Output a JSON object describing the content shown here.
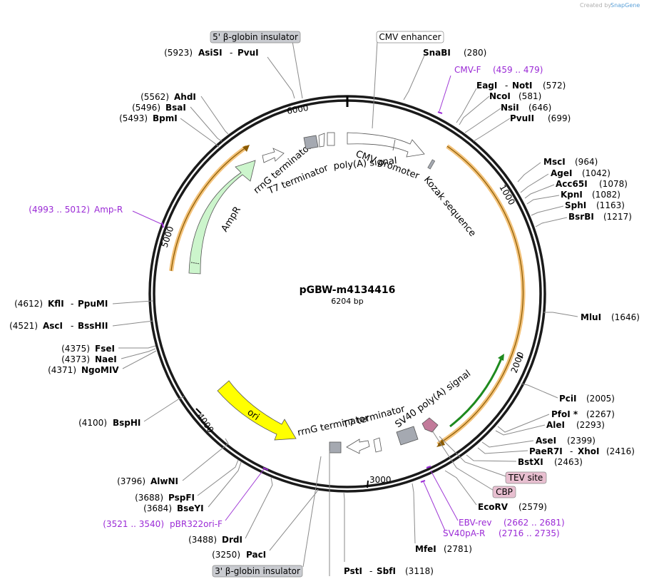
{
  "credit": {
    "created_by": "Created by",
    "brand": "SnapGene"
  },
  "plasmid": {
    "name": "pGBW-m4134416",
    "size": "6204 bp"
  },
  "ticks": [
    "1000",
    "2000",
    "3000",
    "4000",
    "5000",
    "6000"
  ],
  "features": {
    "cmv_promoter": "CMV promoter",
    "kozak": "Kozak sequence",
    "polya_signal": "poly(A) signal",
    "t7_terminator_top": "T7 terminator",
    "rrng_terminator_top": "rrnG terminator",
    "ampr": "AmpR",
    "ori": "ori",
    "rrng_terminator_bottom": "rrnG terminator",
    "t7_terminator_bottom": "T7 terminator",
    "sv40_polya": "SV40 poly(A) signal"
  },
  "boxed_labels": {
    "beta_globin_5": "5' β-globin insulator",
    "cmv_enhancer": "CMV enhancer",
    "tev_site": "TEV site",
    "cbp": "CBP",
    "beta_globin_3": "3' β-globin insulator"
  },
  "primers": {
    "cmv_f": {
      "name": "CMV-F",
      "range": "(459 .. 479)"
    },
    "amp_r": {
      "name": "Amp-R",
      "range": "(4993 .. 5012)"
    },
    "pbr322ori_f": {
      "name": "pBR322ori-F",
      "range": "(3521 .. 3540)"
    },
    "ebv_rev": {
      "name": "EBV-rev",
      "range": "(2662 .. 2681)"
    },
    "sv40pa_r": {
      "name": "SV40pA-R",
      "range": "(2716 .. 2735)"
    }
  },
  "sites": {
    "asisi_pvui": {
      "pos": "(5923)",
      "a": "AsiSI",
      "sep": "-",
      "b": "PvuI"
    },
    "snabi": {
      "name": "SnaBI",
      "pos": "(280)"
    },
    "eagi_noti": {
      "a": "EagI",
      "sep": "-",
      "b": "NotI",
      "pos": "(572)"
    },
    "ncoi": {
      "name": "NcoI",
      "pos": "(581)"
    },
    "nsii": {
      "name": "NsiI",
      "pos": "(646)"
    },
    "pvuii": {
      "name": "PvuII",
      "pos": "(699)"
    },
    "mscI": {
      "name": "MscI",
      "pos": "(964)"
    },
    "agei": {
      "name": "AgeI",
      "pos": "(1042)"
    },
    "acc65i": {
      "name": "Acc65I",
      "pos": "(1078)"
    },
    "kpni": {
      "name": "KpnI",
      "pos": "(1082)"
    },
    "sphi": {
      "name": "SphI",
      "pos": "(1163)"
    },
    "bsrbi": {
      "name": "BsrBI",
      "pos": "(1217)"
    },
    "mlui": {
      "name": "MluI",
      "pos": "(1646)"
    },
    "pcii": {
      "name": "PciI",
      "pos": "(2005)"
    },
    "pfoi": {
      "name": "PfoI *",
      "pos": "(2267)"
    },
    "alei": {
      "name": "AleI",
      "pos": "(2293)"
    },
    "asei": {
      "name": "AseI",
      "pos": "(2399)"
    },
    "paer7i_xhoi": {
      "a": "PaeR7I",
      "sep": "-",
      "b": "XhoI",
      "pos": "(2416)"
    },
    "bstxi": {
      "name": "BstXI",
      "pos": "(2463)"
    },
    "ecorv": {
      "name": "EcoRV",
      "pos": "(2579)"
    },
    "mfei": {
      "name": "MfeI",
      "pos": "(2781)"
    },
    "psti_sbfi": {
      "a": "PstI",
      "sep": "-",
      "b": "SbfI",
      "pos": "(3118)"
    },
    "paci": {
      "name": "PacI",
      "pos": "(3250)"
    },
    "drdi": {
      "name": "DrdI",
      "pos": "(3488)"
    },
    "bseyi": {
      "name": "BseYI",
      "pos": "(3684)"
    },
    "pspfi": {
      "name": "PspFI",
      "pos": "(3688)"
    },
    "alwni": {
      "name": "AlwNI",
      "pos": "(3796)"
    },
    "bsphi": {
      "name": "BspHI",
      "pos": "(4100)"
    },
    "ngomiv": {
      "name": "NgoMIV",
      "pos": "(4371)"
    },
    "naei": {
      "name": "NaeI",
      "pos": "(4373)"
    },
    "fsei": {
      "name": "FseI",
      "pos": "(4375)"
    },
    "asci_bsshii": {
      "pos": "(4521)",
      "a": "AscI",
      "sep": "-",
      "b": "BssHII"
    },
    "kfli_pumi": {
      "pos": "(4612)",
      "a": "KflI",
      "sep": "-",
      "b": "PpuMI"
    },
    "bpmi": {
      "name": "BpmI",
      "pos": "(5493)"
    },
    "bsai": {
      "name": "BsaI",
      "pos": "(5496)"
    },
    "ahdi": {
      "name": "AhdI",
      "pos": "(5562)"
    }
  },
  "colors": {
    "backbone": "#1a1a1a",
    "orange_arc": "#f3c27a",
    "ampr": "#ccf5cc",
    "ori": "#ffff00",
    "primer": "#9b2bd6",
    "grey_box": "#a5a9b1",
    "pink": "#c27a9a"
  }
}
